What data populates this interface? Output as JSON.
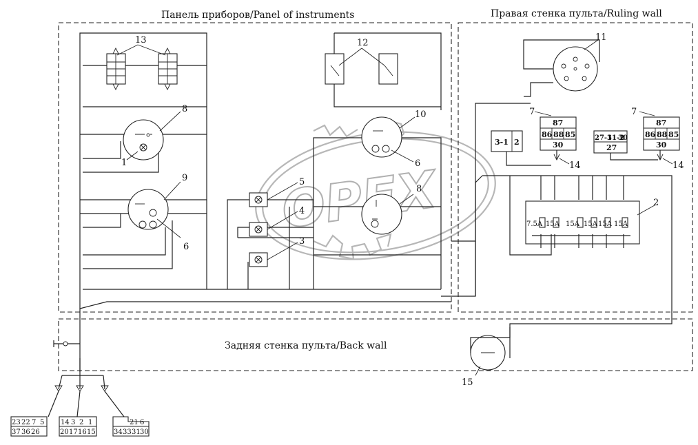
{
  "zones": {
    "instrument_panel": "Панель приборов/Panel of instruments",
    "ruling_wall": "Правая стенка пульта/Ruling wall",
    "back_wall": "Задняя стенка пульта/Back wall"
  },
  "callouts": [
    "13",
    "12",
    "8",
    "1",
    "9",
    "6",
    "10",
    "6",
    "5",
    "4",
    "8",
    "3",
    "11",
    "7",
    "7",
    "14",
    "14",
    "2",
    "15"
  ],
  "relay_left": {
    "left_cell": "3-1",
    "right_cell": "2",
    "pins": [
      "87",
      "86",
      "88",
      "85",
      "30"
    ]
  },
  "relay_right": {
    "left_top": "27-1",
    "left_mid": "31-2",
    "left_right": "30",
    "left_bottom": "27",
    "pins": [
      "87",
      "86",
      "88",
      "85",
      "30"
    ]
  },
  "fuses": [
    "7.5A",
    "15A",
    "15A",
    "15A",
    "15A",
    "15A"
  ],
  "connectors": {
    "c1": {
      "top": [
        "23",
        "22",
        "7",
        "5"
      ],
      "bottom": [
        "37",
        "36",
        "26"
      ]
    },
    "c2": {
      "top": [
        "14",
        "3",
        "2",
        "1"
      ],
      "bottom": [
        "20",
        "17",
        "16",
        "15"
      ]
    },
    "c3": {
      "top": [
        "21",
        "6"
      ],
      "bottom": [
        "34",
        "33",
        "31",
        "30"
      ]
    }
  },
  "watermark": "OPEX"
}
